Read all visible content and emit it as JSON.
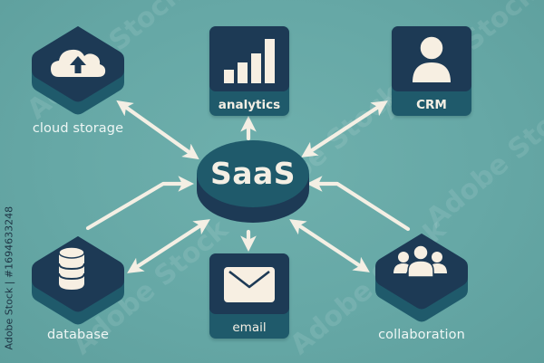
{
  "diagram": {
    "title": "SaaS",
    "center": {
      "label": "SaaS"
    },
    "nodes": [
      {
        "id": "cloud-storage",
        "label": "cloud storage",
        "shape": "hexagon",
        "icon": "cloud-upload-icon",
        "position": "top-left"
      },
      {
        "id": "analytics",
        "label": "analytics",
        "shape": "square",
        "icon": "bar-chart-icon",
        "position": "top-center"
      },
      {
        "id": "crm",
        "label": "CRM",
        "shape": "square",
        "icon": "user-icon",
        "position": "top-right"
      },
      {
        "id": "database",
        "label": "database",
        "shape": "hexagon",
        "icon": "database-icon",
        "position": "bottom-left"
      },
      {
        "id": "email",
        "label": "email",
        "shape": "square",
        "icon": "envelope-icon",
        "position": "bottom-center"
      },
      {
        "id": "collaboration",
        "label": "collaboration",
        "shape": "hexagon",
        "icon": "team-icon",
        "position": "bottom-right"
      }
    ],
    "edges": [
      {
        "from": "cloud-storage",
        "to": "SaaS",
        "direction": "bidirectional"
      },
      {
        "from": "SaaS",
        "to": "analytics",
        "direction": "to-node"
      },
      {
        "from": "crm",
        "to": "SaaS",
        "direction": "bidirectional"
      },
      {
        "from": "database",
        "to": "SaaS",
        "direction": "to-hub (elbow)"
      },
      {
        "from": "database",
        "to": "SaaS",
        "direction": "bidirectional"
      },
      {
        "from": "SaaS",
        "to": "email",
        "direction": "to-node"
      },
      {
        "from": "collaboration",
        "to": "SaaS",
        "direction": "to-hub (elbow)"
      },
      {
        "from": "collaboration",
        "to": "SaaS",
        "direction": "bidirectional"
      }
    ]
  },
  "colors": {
    "background": "#66a8a6",
    "node_dark": "#1d3a55",
    "node_teal": "#1f5a6b",
    "icon_cream": "#f7efe2",
    "arrow": "#f4efe4",
    "label_light": "#eef6f4"
  },
  "watermark": {
    "side_text": "Adobe Stock | #1694633248",
    "overlay_text": "Adobe Stock"
  }
}
